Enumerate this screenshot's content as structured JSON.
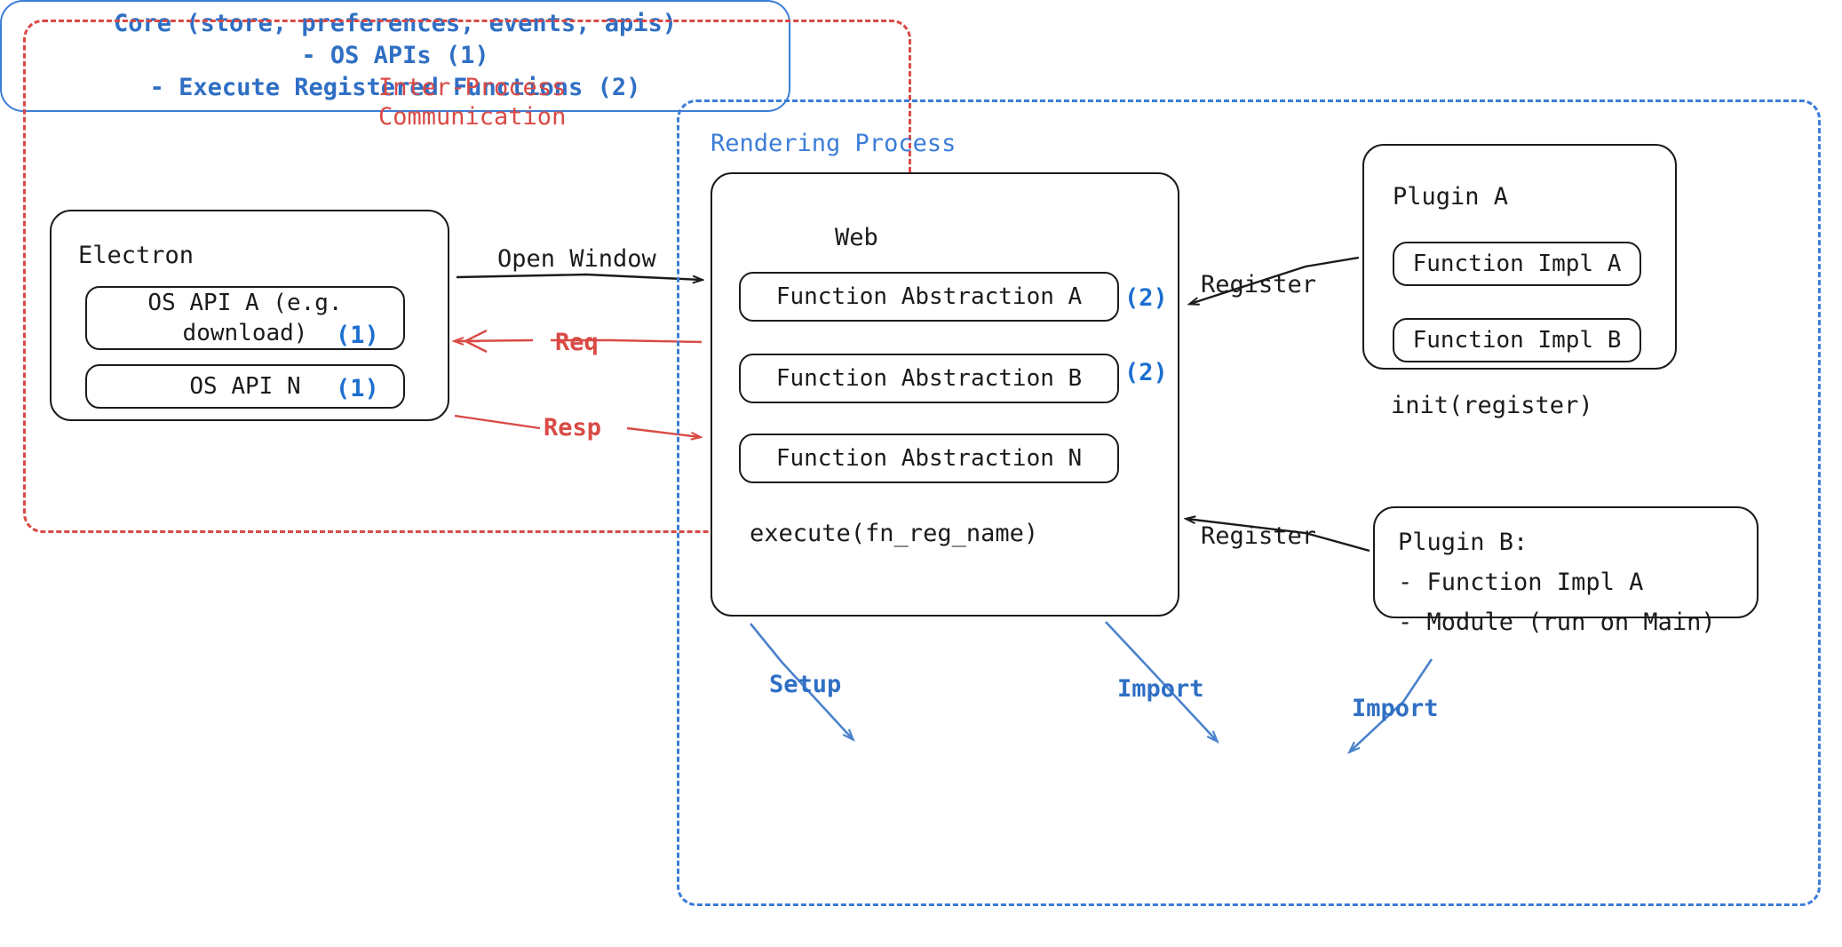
{
  "regions": {
    "ipc": {
      "label": "Inter-Process\nCommunication",
      "color": "#d94a45"
    },
    "rendering": {
      "label": "Rendering Process",
      "color": "#3b7dd8"
    }
  },
  "electron": {
    "title": "Electron",
    "os_api_a": {
      "label": "OS API A (e.g.\ndownload)",
      "marker": "(1)"
    },
    "os_api_n": {
      "label": "OS API N",
      "marker": "(1)"
    }
  },
  "web": {
    "title": "Web",
    "abstractions": [
      {
        "label": "Function Abstraction A",
        "marker": "(2)"
      },
      {
        "label": "Function Abstraction B",
        "marker": "(2)"
      },
      {
        "label": "Function Abstraction N",
        "marker": ""
      }
    ],
    "execute": "execute(fn_reg_name)"
  },
  "plugin_a": {
    "title": "Plugin A",
    "impl_a": "Function Impl A",
    "impl_b": "Function Impl B",
    "init": "init(register)"
  },
  "plugin_b": {
    "text": "Plugin B:\n- Function Impl A\n- Module (run on Main)"
  },
  "core": {
    "text": "Core (store, preferences, events, apis)\n- OS APIs (1)\n- Execute Registered Functions (2)",
    "color": "#2f6fc4"
  },
  "edges": {
    "open_window": "Open Window",
    "req": "Req",
    "resp": "Resp",
    "register_a": "Register",
    "register_b": "Register",
    "setup": "Setup",
    "import_web": "Import",
    "import_plugin": "Import"
  }
}
